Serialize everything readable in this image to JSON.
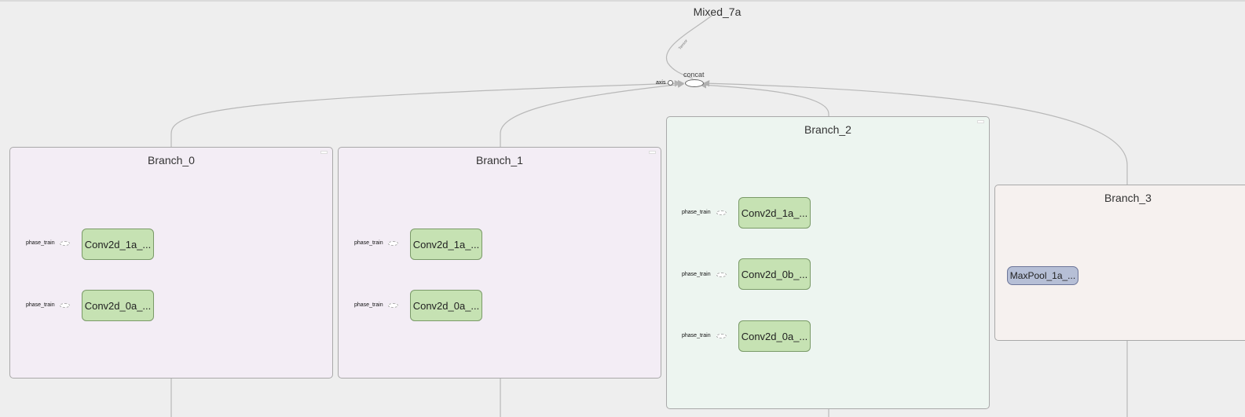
{
  "title": "Mixed_7a",
  "concat": {
    "label": "concat",
    "axis_label": "axis",
    "edge_label": "Tensor"
  },
  "branches": [
    {
      "title": "Branch_0",
      "ops": [
        "Conv2d_1a_...",
        "Conv2d_0a_..."
      ],
      "phase": [
        "phase_train",
        "phase_train"
      ]
    },
    {
      "title": "Branch_1",
      "ops": [
        "Conv2d_1a_...",
        "Conv2d_0a_..."
      ],
      "phase": [
        "phase_train",
        "phase_train"
      ]
    },
    {
      "title": "Branch_2",
      "ops": [
        "Conv2d_1a_...",
        "Conv2d_0b_...",
        "Conv2d_0a_..."
      ],
      "phase": [
        "phase_train",
        "phase_train",
        "phase_train"
      ]
    },
    {
      "title": "Branch_3",
      "ops": [
        "MaxPool_1a_..."
      ]
    }
  ],
  "colors": {
    "background": "#eeeeee",
    "branch_purple": "#f3edf5",
    "branch_green": "#edf5f0",
    "branch_beige": "#f6f1ef",
    "conv_node": "#c6e2b3",
    "pool_node": "#b6bfd6",
    "edge": "#b8b8b8"
  }
}
